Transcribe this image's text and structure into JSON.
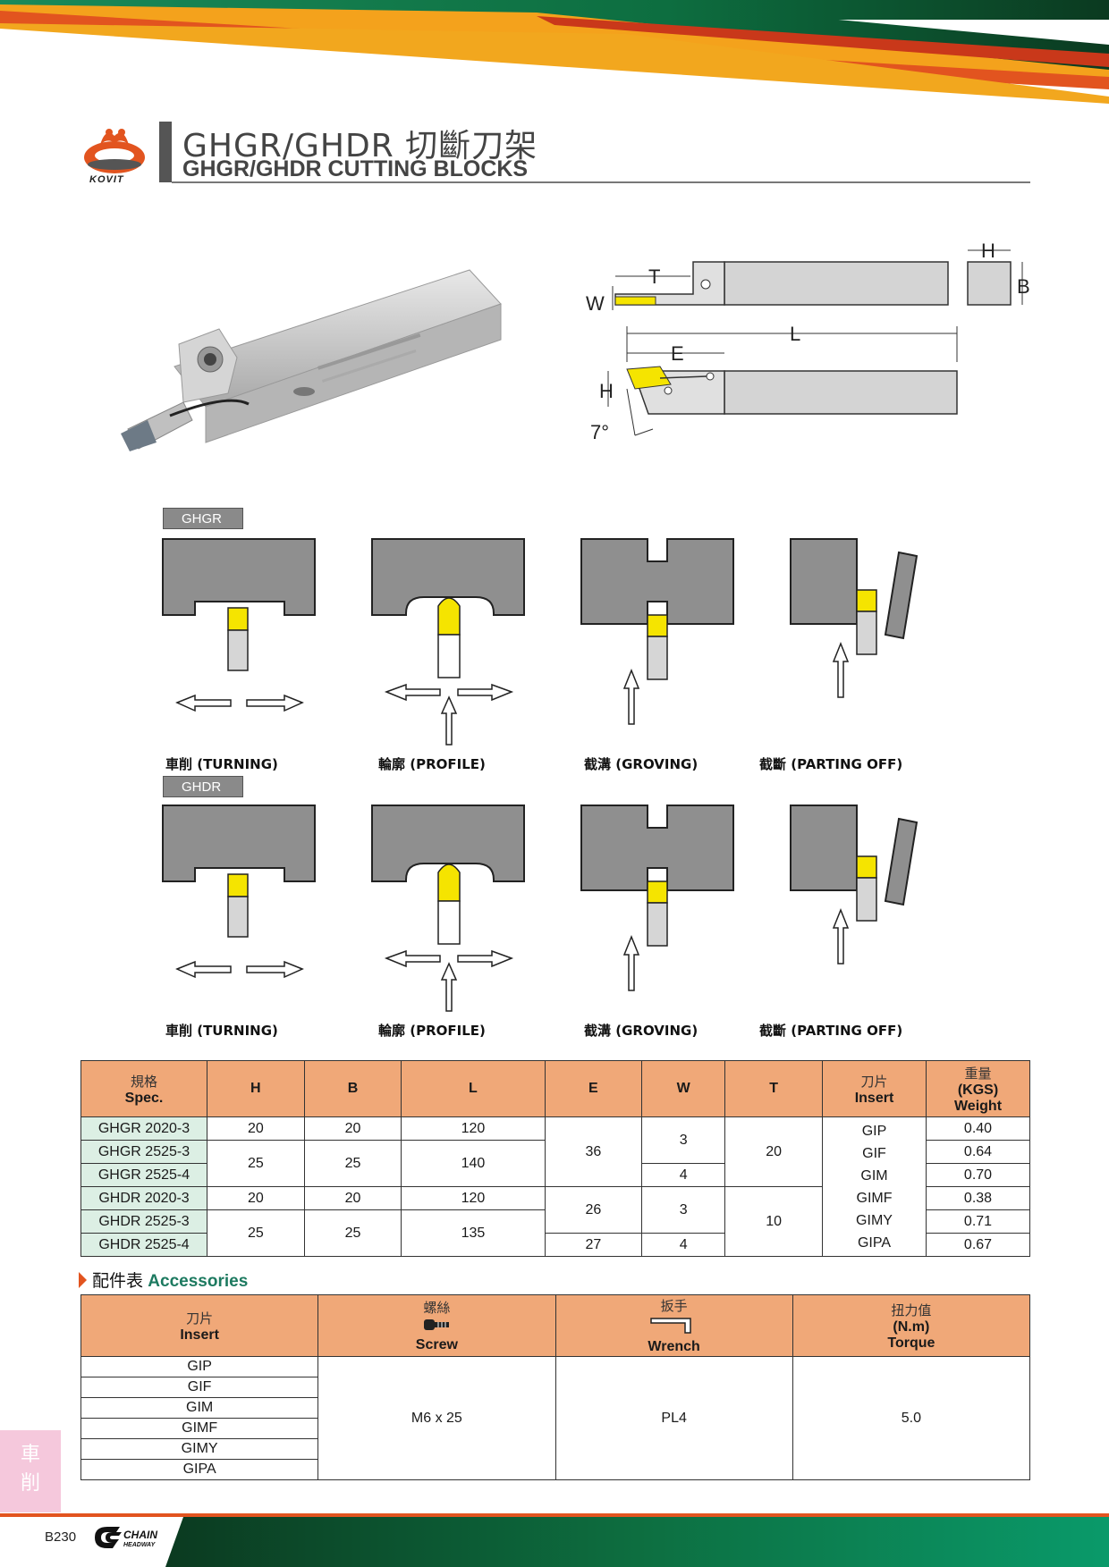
{
  "header": {
    "brand": "KOVIT",
    "title_zh": "GHGR/GHDR 切斷刀架",
    "title_en": "GHGR/GHDR CUTTING BLOCKS"
  },
  "dimensions": {
    "labels": [
      "T",
      "W",
      "H",
      "B",
      "L",
      "E",
      "H",
      "7°"
    ]
  },
  "operations": {
    "groups": [
      {
        "tag": "GHGR"
      },
      {
        "tag": "GHDR"
      }
    ],
    "captions": [
      "車削 (TURNING)",
      "輪廓 (PROFILE)",
      "截溝 (GROVING)",
      "截斷 (PARTING OFF)"
    ]
  },
  "spec_table": {
    "headers": {
      "spec_zh": "規格",
      "spec_en": "Spec.",
      "h": "H",
      "b": "B",
      "l": "L",
      "e": "E",
      "w": "W",
      "t": "T",
      "insert_zh": "刀片",
      "insert_en": "Insert",
      "weight_zh": "重量",
      "weight_unit": "(KGS)",
      "weight_en": "Weight"
    },
    "rows": [
      {
        "spec": "GHGR 2020-3",
        "h": "20",
        "b": "20",
        "l": "120",
        "e": "36",
        "w": "3",
        "t": "20",
        "insert": "GIP",
        "weight": "0.40"
      },
      {
        "spec": "GHGR 2525-3",
        "h": "25",
        "b": "25",
        "l": "140",
        "w": "",
        "insert": "GIF",
        "weight": "0.64"
      },
      {
        "spec": "GHGR 2525-4",
        "w": "4",
        "insert": "GIM",
        "weight": "0.70"
      },
      {
        "spec": "GHDR 2020-3",
        "h": "20",
        "b": "20",
        "l": "120",
        "e": "26",
        "w": "3",
        "t": "10",
        "insert": "GIMF",
        "weight": "0.38"
      },
      {
        "spec": "GHDR 2525-3",
        "h": "25",
        "b": "25",
        "l": "135",
        "insert": "GIMY",
        "weight": "0.71"
      },
      {
        "spec": "GHDR 2525-4",
        "e": "27",
        "w": "4",
        "insert": "GIPA",
        "weight": "0.67"
      }
    ]
  },
  "accessories": {
    "heading_zh": "配件表",
    "heading_en": "Accessories",
    "headers": {
      "insert_zh": "刀片",
      "insert_en": "Insert",
      "screw_zh": "螺絲",
      "screw_en": "Screw",
      "wrench_zh": "扳手",
      "wrench_en": "Wrench",
      "torque_zh": "扭力值",
      "torque_unit": "(N.m)",
      "torque_en": "Torque"
    },
    "inserts": [
      "GIP",
      "GIF",
      "GIM",
      "GIMF",
      "GIMY",
      "GIPA"
    ],
    "screw": "M6 x 25",
    "wrench": "PL4",
    "torque": "5.0"
  },
  "side_tab": {
    "line1": "車",
    "line2": "削"
  },
  "footer": {
    "page": "B230",
    "logo_text": "CHAIN",
    "logo_sub": "HEADWAY"
  },
  "colors": {
    "accent_orange": "#e2541f",
    "table_header": "#f0a878",
    "spec_cell": "#dcefe4",
    "footer_green": "#0a7a5a",
    "insert_yellow": "#f5e400"
  }
}
